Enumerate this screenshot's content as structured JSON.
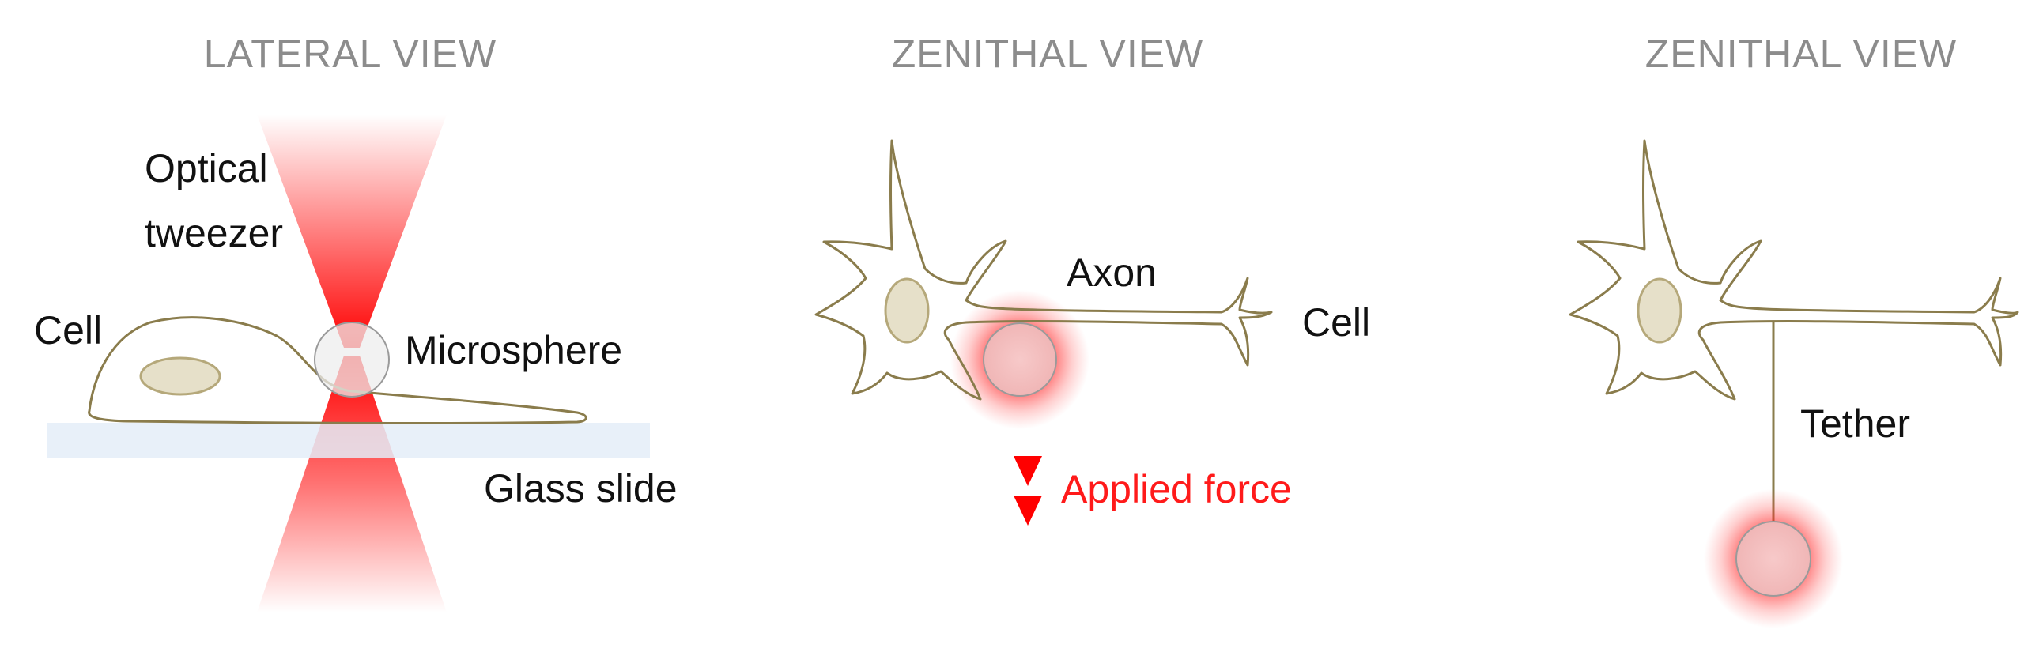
{
  "panels": {
    "lateral": {
      "title": "LATERAL VIEW",
      "optical_line1": "Optical",
      "optical_line2": "tweezer",
      "cell": "Cell",
      "microsphere": "Microsphere",
      "glass": "Glass slide"
    },
    "zenithal1": {
      "title": "ZENITHAL VIEW",
      "axon": "Axon",
      "cell": "Cell",
      "force": "Applied force"
    },
    "zenithal2": {
      "title": "ZENITHAL VIEW",
      "tether": "Tether"
    }
  },
  "colors": {
    "laser": "#ff0000",
    "outline": "#8a7c4c",
    "nucleus": "#e6e0c9",
    "glass": "#e4edf8",
    "title_gray": "#8c8c8c",
    "force_red": "#ff1a1a"
  }
}
